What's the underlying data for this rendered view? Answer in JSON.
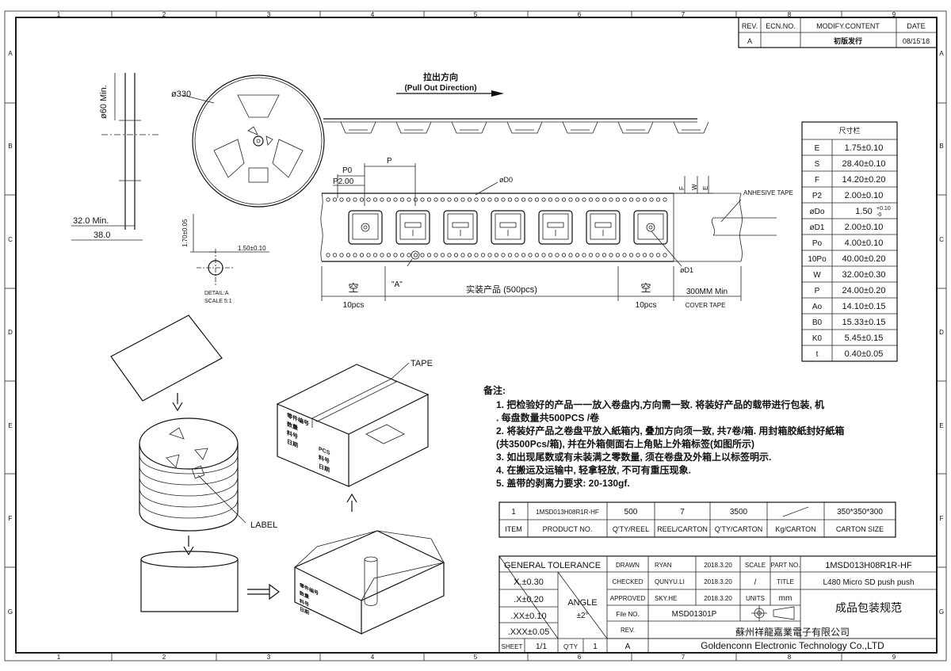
{
  "frame": {
    "cols_top": [
      "1",
      "2",
      "3",
      "4",
      "5",
      "6",
      "7",
      "8",
      "9"
    ],
    "cols_bottom": [
      "1",
      "2",
      "3",
      "4",
      "5",
      "6",
      "7",
      "8",
      "9"
    ],
    "rows": [
      "A",
      "B",
      "C",
      "D",
      "E",
      "F",
      "G"
    ]
  },
  "revision": {
    "headers": [
      "REV.",
      "ECN.NO.",
      "MODIFY.CONTENT",
      "DATE"
    ],
    "row": [
      "A",
      "",
      "初版发行",
      "08/15'18"
    ]
  },
  "dimensions_table": {
    "title": "尺寸栏",
    "rows": [
      {
        "k": "E",
        "v": "1.75±0.10"
      },
      {
        "k": "S",
        "v": "28.40±0.10"
      },
      {
        "k": "F",
        "v": "14.20±0.20"
      },
      {
        "k": "P2",
        "v": "2.00±0.10"
      },
      {
        "k": "øDo",
        "v": "1.50",
        "sup": "+0.10",
        "sub": "-0"
      },
      {
        "k": "øD1",
        "v": "2.00±0.10"
      },
      {
        "k": "Po",
        "v": "4.00±0.10"
      },
      {
        "k": "10Po",
        "v": "40.00±0.20"
      },
      {
        "k": "W",
        "v": "32.00±0.30"
      },
      {
        "k": "P",
        "v": "24.00±0.20"
      },
      {
        "k": "Ao",
        "v": "14.10±0.15"
      },
      {
        "k": "B0",
        "v": "15.33±0.15"
      },
      {
        "k": "K0",
        "v": "5.45±0.15"
      },
      {
        "k": "t",
        "v": "0.40±0.05"
      }
    ]
  },
  "reel": {
    "diameter": "ø330",
    "hub": "ø60 Min.",
    "width_min": "32.0 Min.",
    "width": "38.0"
  },
  "detail": {
    "dim_v": "1.70±0.05",
    "dim_h": "1.50±0.10",
    "label": "DETAIL:A",
    "scale": "SCALE 5:1"
  },
  "pull": {
    "cn": "拉出方向",
    "en": "(Pull Out Direction)"
  },
  "tape": {
    "p0": "P0",
    "p2": "P2.00",
    "p": "P",
    "d0": "øD0",
    "d1": "øD1",
    "marker_a": "\"A\"",
    "side_labels": [
      "F",
      "W",
      "E"
    ],
    "adhesive": "ANHESIVE TAPE",
    "empty_left": "空",
    "empty_right": "空",
    "count_left": "10pcs",
    "count_right": "10pcs",
    "product": "实装产品 (500pcs)",
    "leader": "300MM Min",
    "cover": "COVER TAPE"
  },
  "packing": {
    "tape": "TAPE",
    "label": "LABEL",
    "box_left_lines": [
      "零件编号",
      "数量",
      "料号",
      "日期"
    ],
    "box_right_lines": [
      "PCS",
      "料号",
      "日期"
    ]
  },
  "notes": {
    "title": "备注:",
    "lines": [
      "1. 把检验好的产品一一放入卷盘内,方向需一致. 将装好产品的载带进行包装, 机",
      "   . 每盘数量共500PCS  /卷",
      "2. 将装好产品之卷盘平放入紙箱内, 叠加方向须一致, 共7卷/箱. 用封箱胶紙封好紙箱",
      "   (共3500Pcs/箱), 并在外箱侧面右上角贴上外箱标签(如图所示)",
      "3. 如出现尾数或有未装满之零数量, 须在卷盘及外箱上以标签明示.",
      "4. 在搬运及运输中, 轻拿轻放, 不可有重压现象.",
      "5. 盖带的剥离力要求: 20-130gf."
    ]
  },
  "carton": {
    "values": [
      "1",
      "1MSD013H08R1R-HF",
      "500",
      "7",
      "3500",
      "",
      "350*350*300"
    ],
    "headers": [
      "ITEM",
      "PRODUCT NO.",
      "Q'TY/REEL",
      "REEL/CARTON",
      "Q'TY/CARTON",
      "Kg/CARTON",
      "CARTON SIZE"
    ]
  },
  "title_block": {
    "gt_title": "GENERAL TOLERANCE",
    "tolerances": [
      "X.±0.30",
      ".X±0.20",
      ".XX±0.10",
      ".XXX±0.05"
    ],
    "angle": "ANGLE",
    "angle_val": "±2°",
    "drawn": "DRAWN",
    "drawn_name": "RYAN",
    "drawn_date": "2018.3.20",
    "checked": "CHECKED",
    "checked_name": "QUNYU.LI",
    "checked_date": "2018.3.20",
    "approved": "APPROVED",
    "approved_name": "SKY.HE",
    "approved_date": "2018.3.20",
    "scale": "SCALE",
    "scale_val": "/",
    "title": "TITLE",
    "title_val": "L480 Micro SD push push",
    "units": "UNITS",
    "units_val": "mm",
    "part_no": "PART NO.",
    "part_no_val": "1MSD013H08R1R-HF",
    "file_no": "File NO.",
    "file_no_val": "MSD01301P",
    "rev": "REV.",
    "rev_val": "A",
    "doc_title": "成品包装规范",
    "sheet": "SHEET",
    "sheet_val": "1/1",
    "qty": "Q'TY",
    "qty_val": "1",
    "company_cn": "蘇州祥龍嘉業電子有限公司",
    "company_en": "Goldenconn  Electronic  Technology  Co.,LTD"
  }
}
